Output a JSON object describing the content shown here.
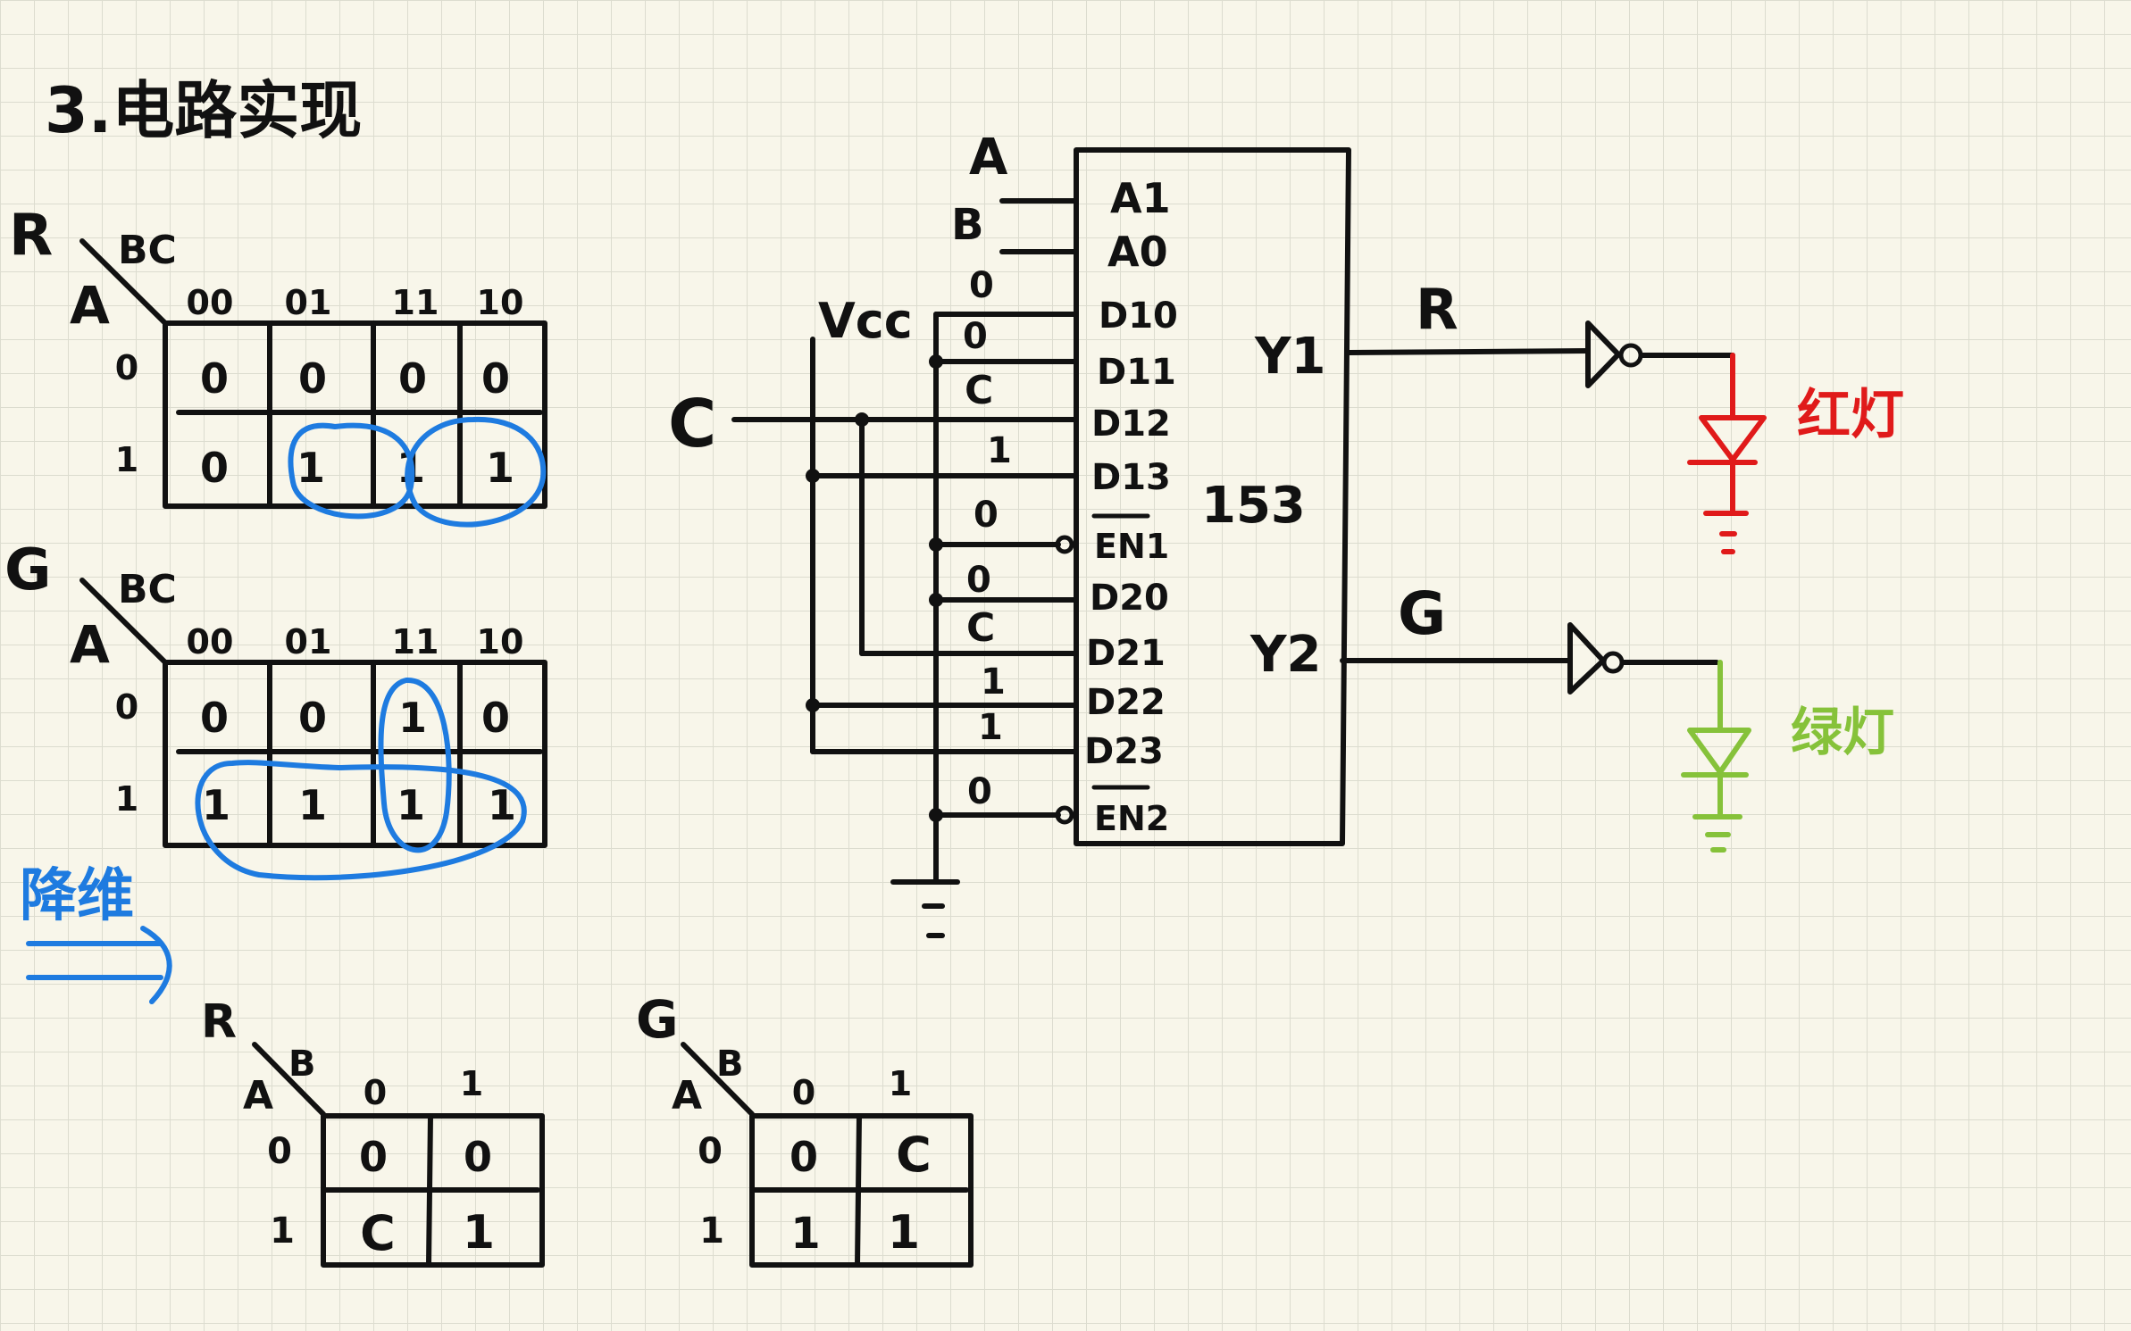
{
  "heading": "3.电路实现",
  "kmap_r": {
    "label": "R",
    "row_var": "A",
    "col_var": "BC",
    "col_headers": [
      "00",
      "01",
      "11",
      "10"
    ],
    "row_headers": [
      "0",
      "1"
    ],
    "cells": [
      [
        "0",
        "0",
        "0",
        "0"
      ],
      [
        "0",
        "1",
        "1",
        "1"
      ]
    ]
  },
  "kmap_g": {
    "label": "G",
    "row_var": "A",
    "col_var": "BC",
    "col_headers": [
      "00",
      "01",
      "11",
      "10"
    ],
    "row_headers": [
      "0",
      "1"
    ],
    "cells": [
      [
        "0",
        "0",
        "1",
        "0"
      ],
      [
        "1",
        "1",
        "1",
        "1"
      ]
    ]
  },
  "reduce_label": "降维",
  "small_r": {
    "label": "R",
    "row_var": "A",
    "col_var": "B",
    "col_headers": [
      "0",
      "1"
    ],
    "row_headers": [
      "0",
      "1"
    ],
    "cells": [
      [
        "0",
        "0"
      ],
      [
        "C",
        "1"
      ]
    ]
  },
  "small_g": {
    "label": "G",
    "row_var": "A",
    "col_var": "B",
    "col_headers": [
      "0",
      "1"
    ],
    "row_headers": [
      "0",
      "1"
    ],
    "cells": [
      [
        "0",
        "C"
      ],
      [
        "1",
        "1"
      ]
    ]
  },
  "circuit": {
    "chip_name": "153",
    "vcc": "Vcc",
    "input_c": "C",
    "addr_inputs": [
      "A",
      "B"
    ],
    "pin_labels": [
      "A1",
      "A0",
      "D10",
      "D11",
      "D12",
      "D13",
      "EN1",
      "D20",
      "D21",
      "D22",
      "D23",
      "EN2"
    ],
    "pin_values": [
      "0",
      "0",
      "C",
      "1",
      "0",
      "0",
      "C",
      "1",
      "1",
      "0"
    ],
    "outputs": [
      "Y1",
      "Y2"
    ],
    "output_names": [
      "R",
      "G"
    ],
    "red_light": "红灯",
    "green_light": "绿灯"
  },
  "colors": {
    "ink": "#111111",
    "marker": "#1e7be0",
    "red": "#e01a1a",
    "green": "#86c23a"
  }
}
